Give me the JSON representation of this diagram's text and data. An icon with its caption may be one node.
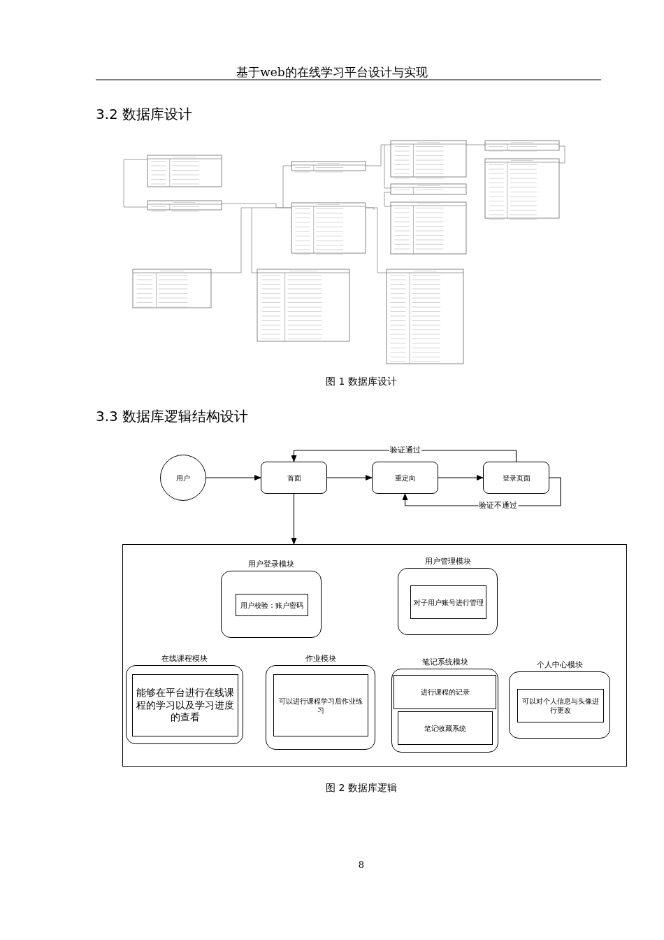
{
  "diagram": {
    "nodes": [
      {
        "text": [],
        "shape": "picture"
      },
      {
        "text": [
          "用户"
        ]
      },
      {
        "text": [
          "首面"
        ]
      },
      {
        "text": [
          "重定向"
        ]
      },
      {
        "text": [
          "登录页面"
        ]
      },
      {
        "text": [],
        "shape": "box"
      },
      {
        "text": [
          "用户登录模块"
        ],
        "in": 5
      },
      {
        "text": [
          "用户校验：账户密码"
        ],
        "in": 6
      },
      {
        "text": [
          "用户管理模块"
        ],
        "in": 5
      },
      {
        "text": [
          "对子用户账号进行管理"
        ],
        "in": 8
      },
      {
        "text": [
          "在线课程模块"
        ],
        "in": 5
      },
      {
        "text": [
          "能够在平台进行在线课程的学习以及学习进度的查看"
        ],
        "in": 10
      },
      {
        "text": [
          "作业模块"
        ],
        "in": 5
      },
      {
        "text": [
          "可以进行课程学习后作业练习"
        ],
        "in": 12
      },
      {
        "text": [
          "笔记系统模块"
        ],
        "in": 5
      },
      {
        "text": [
          "进行课程的记录"
        ],
        "in": 14
      },
      {
        "text": [
          "笔记收藏系统"
        ],
        "in": 14
      },
      {
        "text": [
          "个人中心模块"
        ],
        "in": 5
      },
      {
        "text": [
          "可以对个人信息与头像进行更改"
        ],
        "in": 17
      }
    ],
    "edges": [
      {
        "from": 1,
        "to": 2,
        "arrow": "to"
      },
      {
        "from": 2,
        "to": 3,
        "arrow": "to"
      },
      {
        "from": 3,
        "to": 4,
        "arrow": "to"
      },
      {
        "from": 4,
        "to": 2,
        "arrow": "to",
        "label": "验证通过"
      },
      {
        "from": 4,
        "to": 3,
        "arrow": "to",
        "label": "验证不通过"
      },
      {
        "from": 2,
        "to": 5,
        "arrow": "to"
      }
    ],
    "labels": [
      "基于web的在线学习平台设计与实现",
      "3.2 数据库设计",
      "图 1 数据库设计",
      "3.3 数据库逻辑结构设计",
      "图 2 数据库逻辑",
      "8"
    ]
  }
}
